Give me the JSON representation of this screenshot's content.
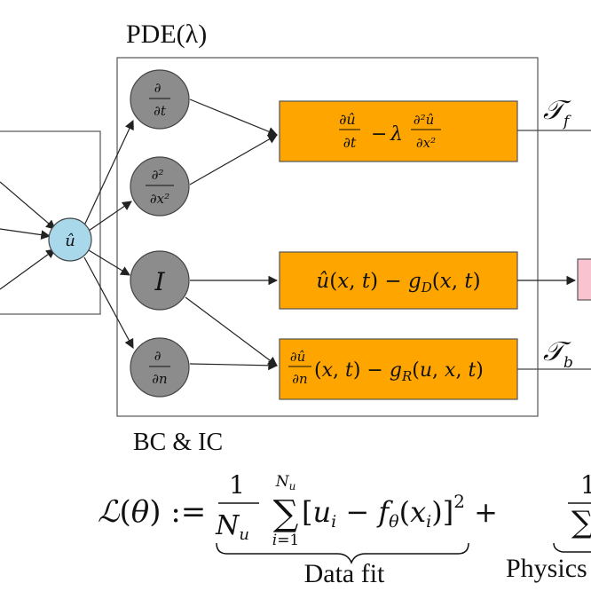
{
  "labels": {
    "pde_title": "PDE(λ)",
    "bc_ic_title": "BC & IC",
    "data_fit": "Data fit",
    "physics": "Physics",
    "tf": "Tf",
    "tb": "Tb"
  },
  "nodes": {
    "u_hat": "û",
    "dt": "∂/∂t",
    "dxx": "∂²/∂x²",
    "identity": "I",
    "dn": "∂/∂n"
  },
  "boxes": {
    "pde_residual": "∂û/∂t − λ ∂²û/∂x²",
    "dirichlet": "û(x, t) − gD(x, t)",
    "robin": "∂û/∂n(x, t) − gR(u, x, t)"
  },
  "loss": {
    "lhs": "ℒ(θ) :=",
    "data_term": "1/Nu Σ_{i=1}^{Nu} [ui − fθ(xi)]² +"
  },
  "colors": {
    "orange": "#FFA500",
    "blue_node": "#A8D8EA",
    "gray_node": "#8C8C8C",
    "pink": "#F9C4CF"
  }
}
